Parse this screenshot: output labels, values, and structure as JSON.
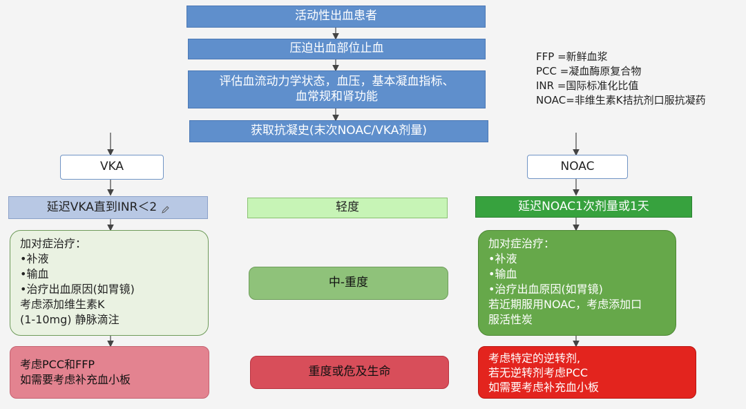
{
  "top": {
    "step1": "活动性出血患者",
    "step2": "压迫出血部位止血",
    "step3_lines": [
      "评估血流动力学状态，血压，基本凝血指标、",
      "血常规和肾功能"
    ],
    "step4": "获取抗凝史(末次NOAC/VKA剂量)"
  },
  "legend": [
    "FFP =新鲜血浆",
    "PCC =凝血酶原复合物",
    "INR =国际标准化比值",
    "NOAC=非维生素K拮抗剂口服抗凝药"
  ],
  "vka": {
    "label": "VKA",
    "action": "延迟VKA直到INR＜2",
    "treatment_lines": [
      "加对症治疗：",
      "•补液",
      "•输血",
      "•治疗出血原因(如胃镜)",
      "考虑添加维生素K",
      "(1-10mg) 静脉滴注"
    ],
    "severe_lines": [
      "考虑PCC和FFP",
      "如需要考虑补充血小板"
    ]
  },
  "severity": {
    "mild": "轻度",
    "moderate": "中-重度",
    "severe": "重度或危及生命"
  },
  "noac": {
    "label": "NOAC",
    "action": "延迟NOAC1次剂量或1天",
    "treatment_lines": [
      "加对症治疗：",
      "•补液",
      "•输血",
      "•治疗出血原因(如胃镜)",
      "若近期服用NOAC，考虑添加口",
      "服活性炭"
    ],
    "severe_lines": [
      "考虑特定的逆转剂,",
      "若无逆转剂考虑PCC",
      "如需要考虑补充血小板"
    ]
  }
}
